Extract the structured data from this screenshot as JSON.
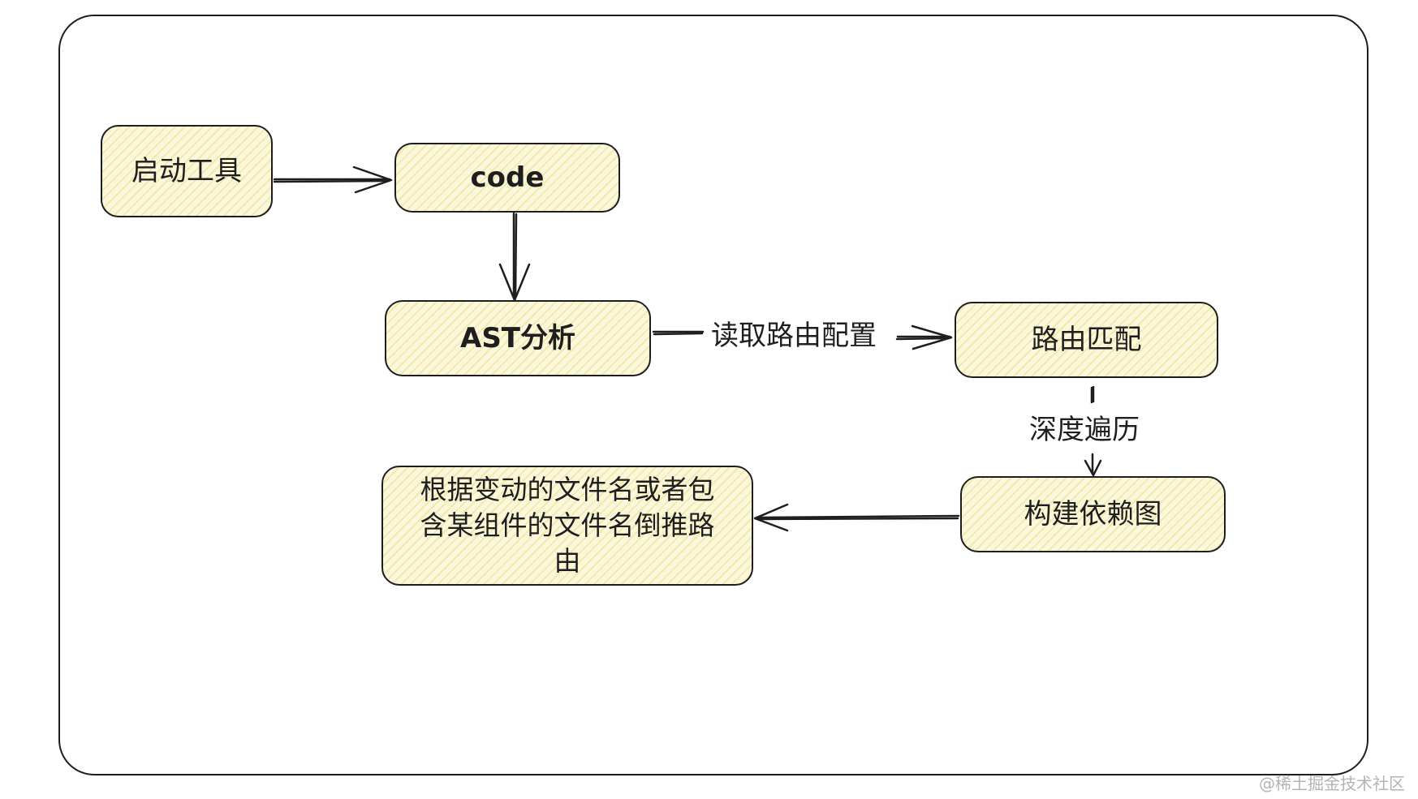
{
  "diagram": {
    "nodes": {
      "start": "启动工具",
      "code": "code",
      "ast": "AST分析",
      "route_match": "路由匹配",
      "deps_graph": "构建依赖图",
      "result_lines": [
        "根据变动的文件名或者包",
        "含某组件的文件名倒推路",
        "由"
      ]
    },
    "edges": {
      "ast_to_route": "读取路由配置",
      "route_to_deps": "深度遍历"
    },
    "colors": {
      "stroke": "#1e1e1e",
      "node_fill": "#fbf7dc",
      "hatch": "#ecde82"
    }
  },
  "watermark": "@稀土掘金技术社区"
}
